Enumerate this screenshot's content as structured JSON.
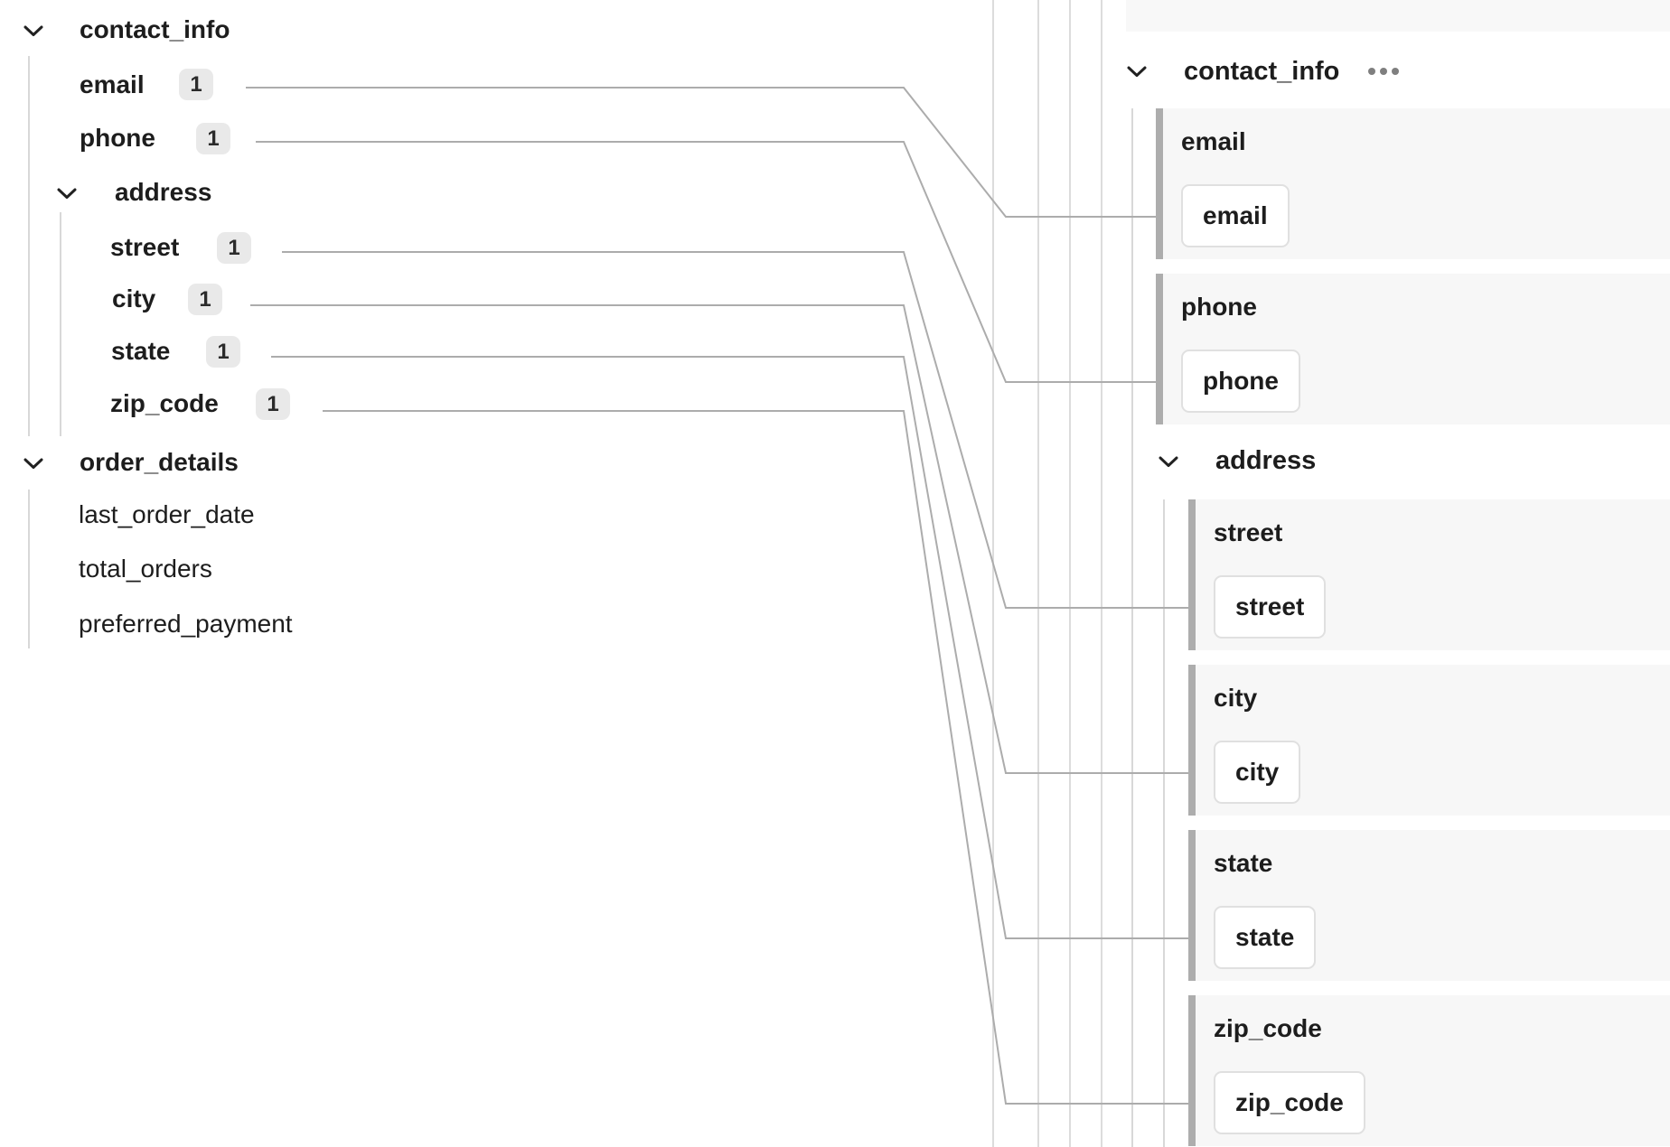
{
  "source_panel": {
    "items": [
      {
        "label": "contact_info",
        "kind": "group"
      },
      {
        "label": "email",
        "kind": "field",
        "badge": "1"
      },
      {
        "label": "phone",
        "kind": "field",
        "badge": "1"
      },
      {
        "label": "address",
        "kind": "group"
      },
      {
        "label": "street",
        "kind": "field",
        "badge": "1"
      },
      {
        "label": "city",
        "kind": "field",
        "badge": "1"
      },
      {
        "label": "state",
        "kind": "field",
        "badge": "1"
      },
      {
        "label": "zip_code",
        "kind": "field",
        "badge": "1"
      },
      {
        "label": "order_details",
        "kind": "group"
      },
      {
        "label": "last_order_date",
        "kind": "field"
      },
      {
        "label": "total_orders",
        "kind": "field"
      },
      {
        "label": "preferred_payment",
        "kind": "field"
      }
    ]
  },
  "target_panel": {
    "header": {
      "label": "contact_info",
      "more_icon": "ellipsis-menu"
    },
    "address_group": {
      "label": "address"
    },
    "fields": [
      {
        "label": "email",
        "chip": "email"
      },
      {
        "label": "phone",
        "chip": "phone"
      },
      {
        "label": "street",
        "chip": "street"
      },
      {
        "label": "city",
        "chip": "city"
      },
      {
        "label": "state",
        "chip": "state"
      },
      {
        "label": "zip_code",
        "chip": "zip_code"
      }
    ]
  },
  "connections": [
    {
      "from": "contact_info.email",
      "to": "contact_info.email"
    },
    {
      "from": "contact_info.phone",
      "to": "contact_info.phone"
    },
    {
      "from": "contact_info.address.street",
      "to": "contact_info.address.street"
    },
    {
      "from": "contact_info.address.city",
      "to": "contact_info.address.city"
    },
    {
      "from": "contact_info.address.state",
      "to": "contact_info.address.state"
    },
    {
      "from": "contact_info.address.zip_code",
      "to": "contact_info.address.zip_code"
    }
  ],
  "colors": {
    "connector": "#acacac",
    "pass_through_line": "#dcdcdc",
    "tree_guide": "#d8d8d8",
    "card_background": "#f7f7f7",
    "card_bar": "#adadad",
    "chip_border": "#e0e0e0",
    "badge_background": "#e9e9e9",
    "text": "#1d1d1d"
  }
}
